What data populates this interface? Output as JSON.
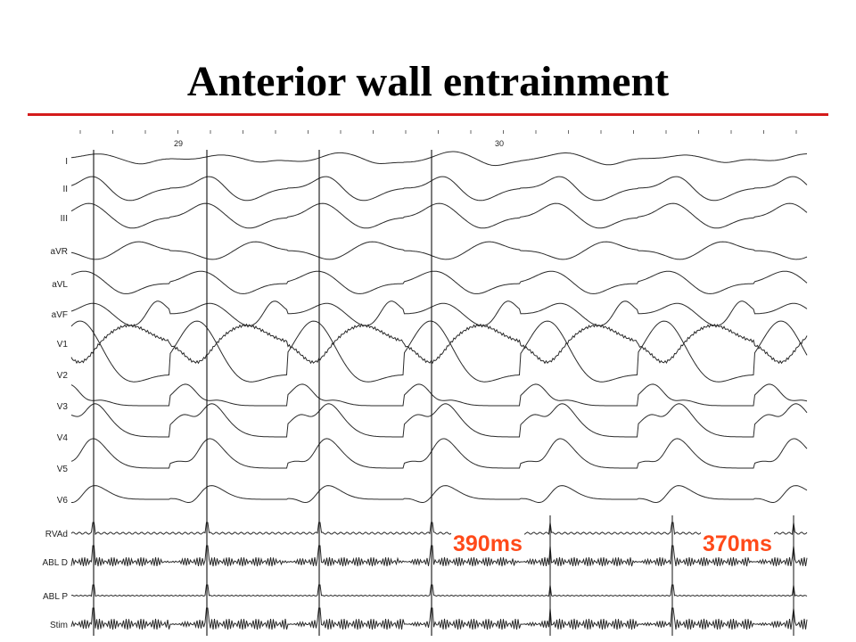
{
  "title": "Anterior wall entrainment",
  "colors": {
    "title_rule": "#d41b1b",
    "annotation": "#ff4a1a",
    "trace": "#2a2a2a"
  },
  "beat_markers": [
    "29",
    "30"
  ],
  "leads": [
    "I",
    "II",
    "III",
    "aVR",
    "aVL",
    "aVF",
    "V1",
    "V2",
    "V3",
    "V4",
    "V5",
    "V6",
    "RVAd",
    "ABL D",
    "ABL P",
    "Stim"
  ],
  "annotations": {
    "left": "390ms",
    "right": "370ms"
  }
}
